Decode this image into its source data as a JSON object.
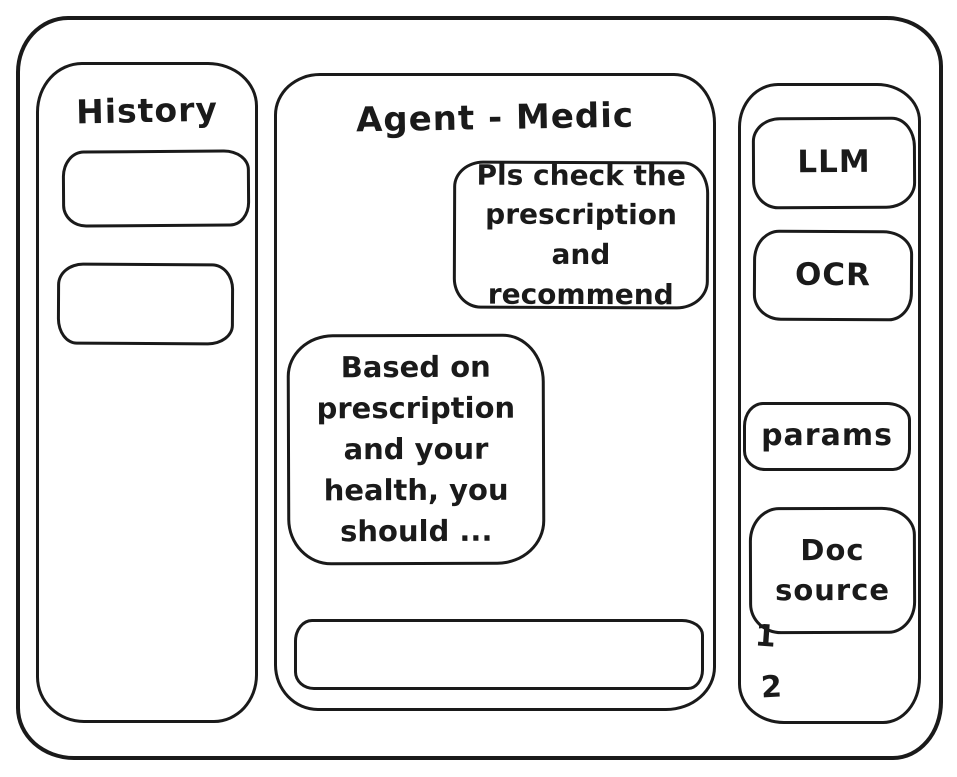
{
  "colors": {
    "ink": "#1a1a1a",
    "paper": "#ffffff"
  },
  "history_panel": {
    "title": "History",
    "items": [
      {
        "label": ""
      },
      {
        "label": ""
      }
    ]
  },
  "chat_panel": {
    "title": "Agent - Medic",
    "messages": [
      {
        "role": "user",
        "text": "Pls check the\nprescription\nand recommend"
      },
      {
        "role": "assistant",
        "text": "Based on\nprescription\nand your\nhealth, you\nshould ..."
      }
    ],
    "input_value": ""
  },
  "tools_panel": {
    "buttons": [
      {
        "label": "LLM"
      },
      {
        "label": "OCR"
      },
      {
        "label": "params"
      },
      {
        "label": "Doc\nsource"
      }
    ],
    "doc_items": [
      "1",
      "2"
    ]
  }
}
